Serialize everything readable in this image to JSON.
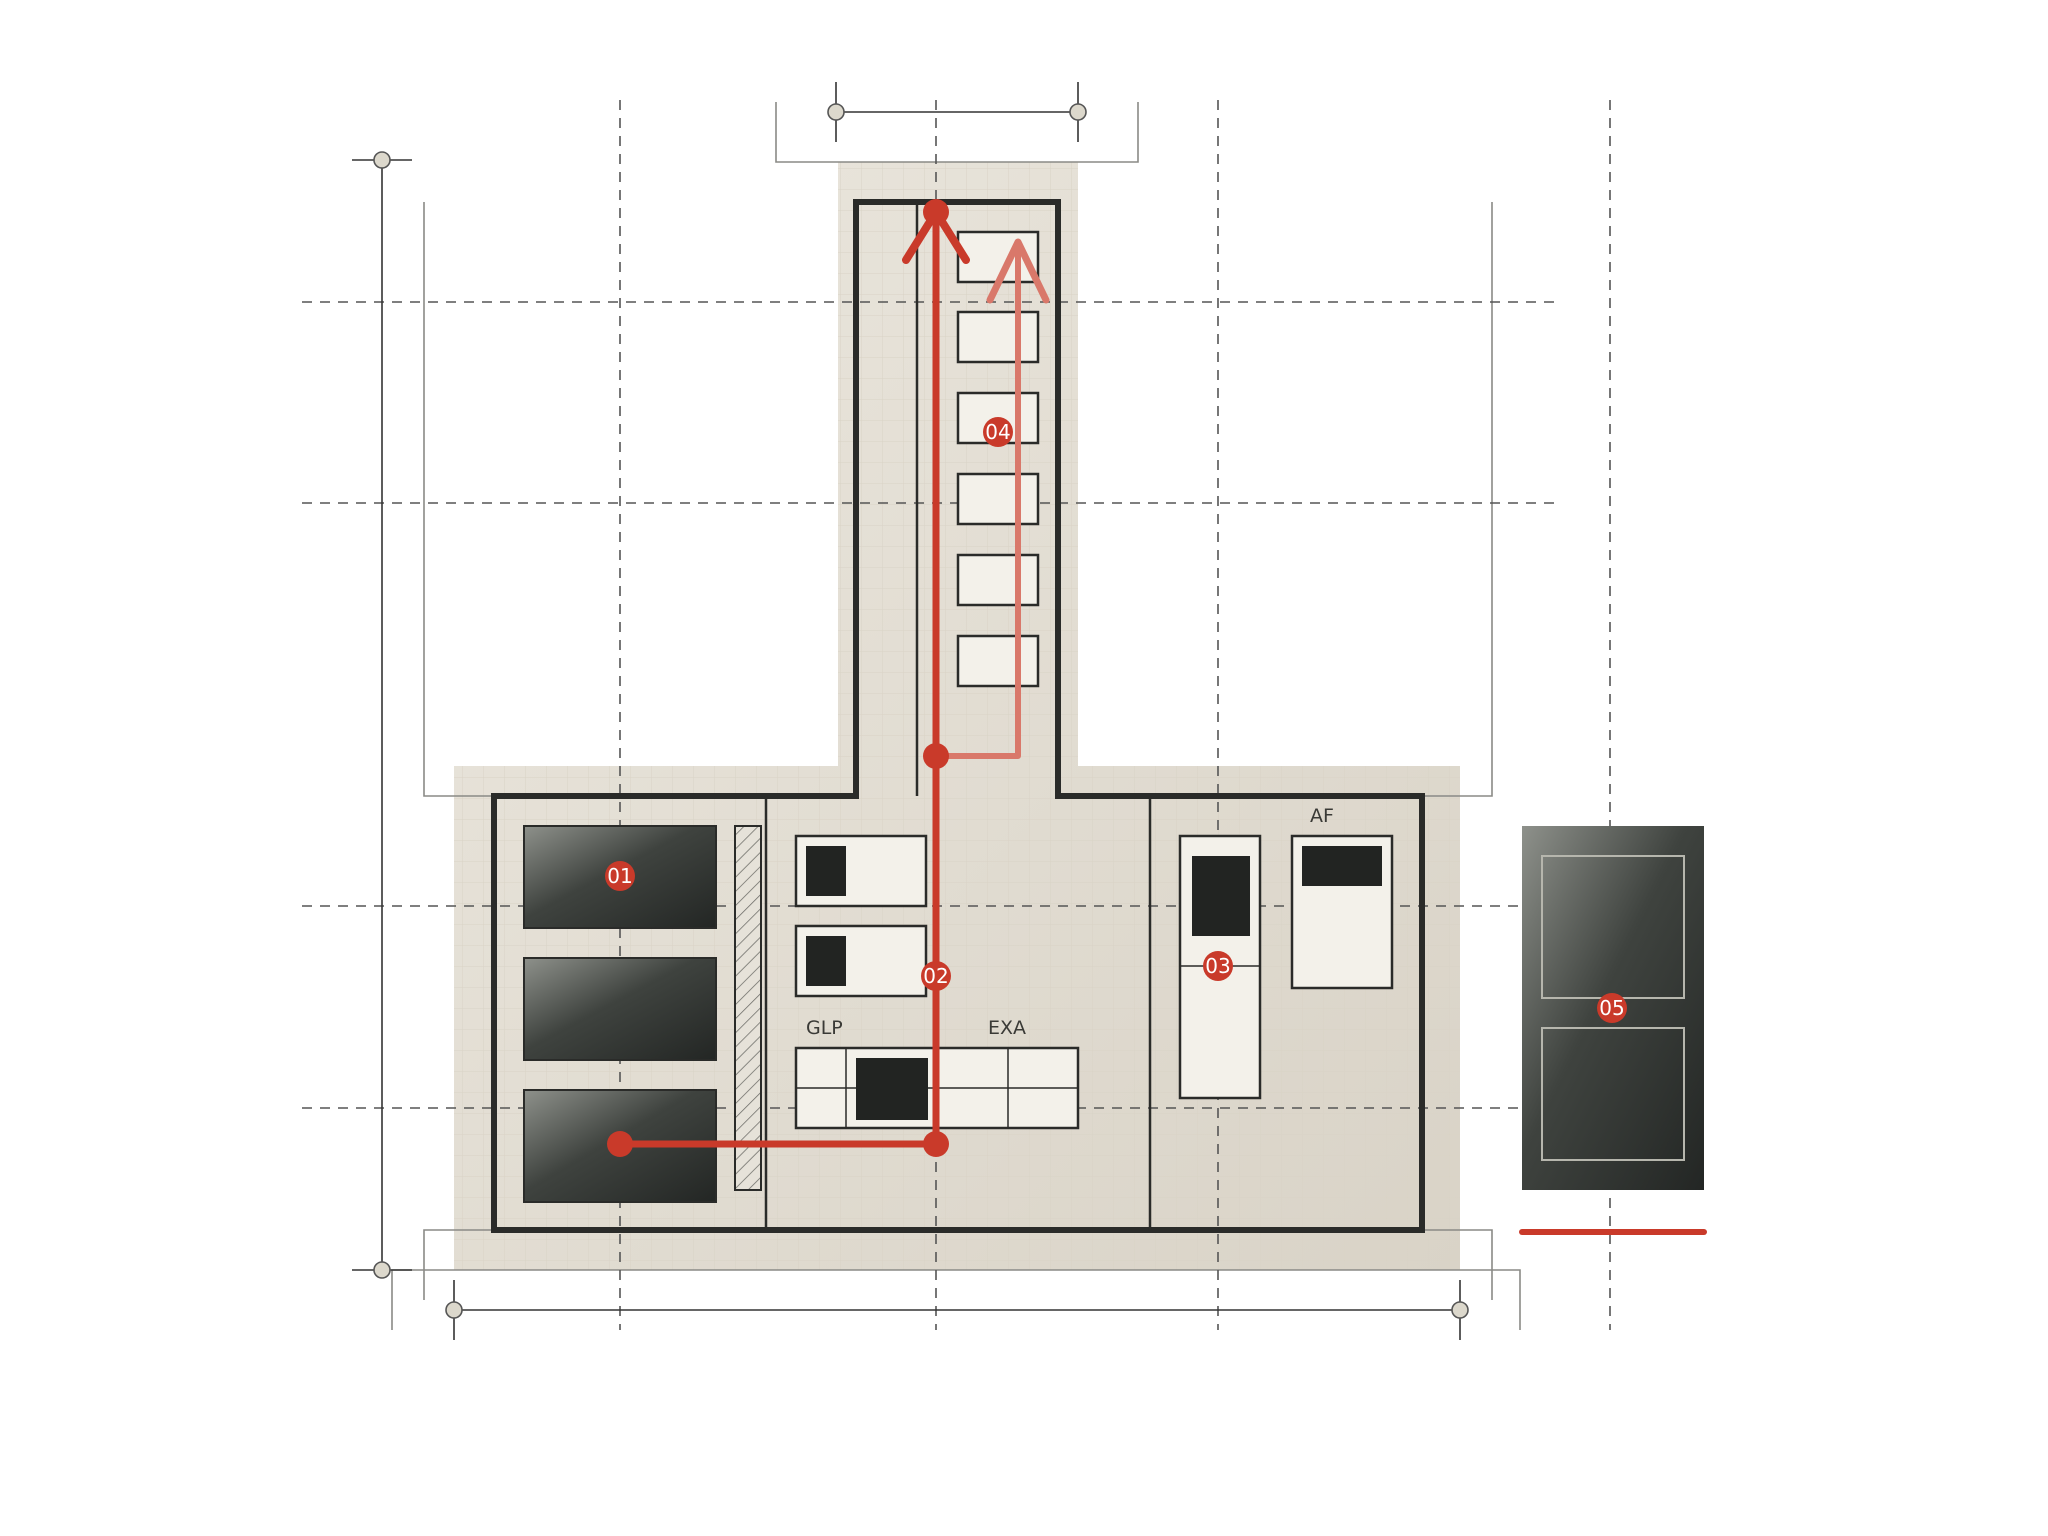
{
  "colors": {
    "accent": "#c93a2a",
    "accent_light": "#d9786a",
    "wall": "#2a2b29",
    "floor": "#e8e3d8",
    "furniture": "#f3f1ea",
    "equipment_dark": "#2c2f2c",
    "equipment_light": "#8e918b",
    "grid_line": "#555555"
  },
  "labels": {
    "glp": "GLP",
    "exa": "EXA",
    "af": "AF"
  },
  "markers": [
    {
      "id": "marker-01",
      "text": "01"
    },
    {
      "id": "marker-02",
      "text": "02"
    },
    {
      "id": "marker-03",
      "text": "03"
    },
    {
      "id": "marker-04",
      "text": "04"
    },
    {
      "id": "marker-05",
      "text": "05"
    }
  ]
}
